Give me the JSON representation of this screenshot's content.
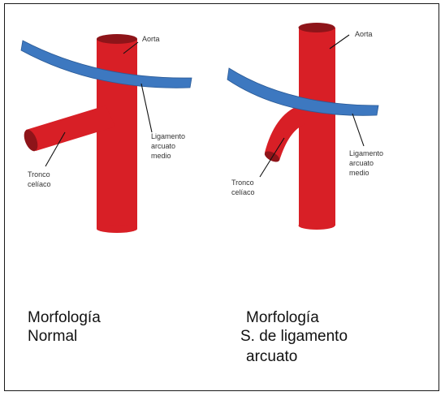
{
  "left_panel": {
    "label_aorta": "Aorta",
    "label_ligament_line1": "Ligamento",
    "label_ligament_line2": "arcuato",
    "label_ligament_line3": "medio",
    "label_trunk_line1": "Tronco",
    "label_trunk_line2": "celíaco",
    "caption_line1": "Morfología",
    "caption_line2": "Normal"
  },
  "right_panel": {
    "label_aorta": "Aorta",
    "label_ligament_line1": "Ligamento",
    "label_ligament_line2": "arcuato",
    "label_ligament_line3": "medio",
    "label_trunk_line1": "Tronco",
    "label_trunk_line2": "celíaco",
    "caption_line1": "Morfología",
    "caption_line2": "S. de ligamento",
    "caption_line3": "arcuato"
  },
  "colors": {
    "vessel": "#d81f26",
    "vessel_dark": "#8e1419",
    "ligament": "#3d78c0",
    "ligament_dark": "#2a5a96",
    "frame": "#1a1a1a"
  }
}
